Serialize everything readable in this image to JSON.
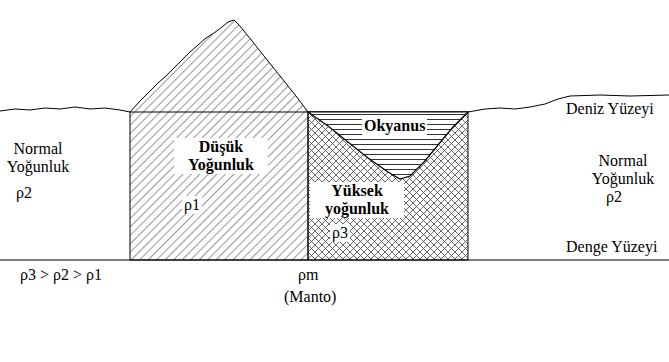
{
  "diagram": {
    "nodes": [
      {
        "text": [
          "Düşük Yoğunluk",
          "ρ1"
        ]
      },
      {
        "text": [
          "Yüksek yoğunluk",
          "ρ3"
        ]
      },
      {
        "text": [
          "Okyanus"
        ],
        "in": 1
      }
    ],
    "labels": [
      "Normal Yoğunluk",
      "ρ2",
      "Deniz Yüzeyi",
      "Normal Yoğunluk",
      "ρ2",
      "Denge Yüzeyi",
      "ρ3 > ρ2 > ρ1",
      "ρm",
      "(Manto)"
    ]
  }
}
